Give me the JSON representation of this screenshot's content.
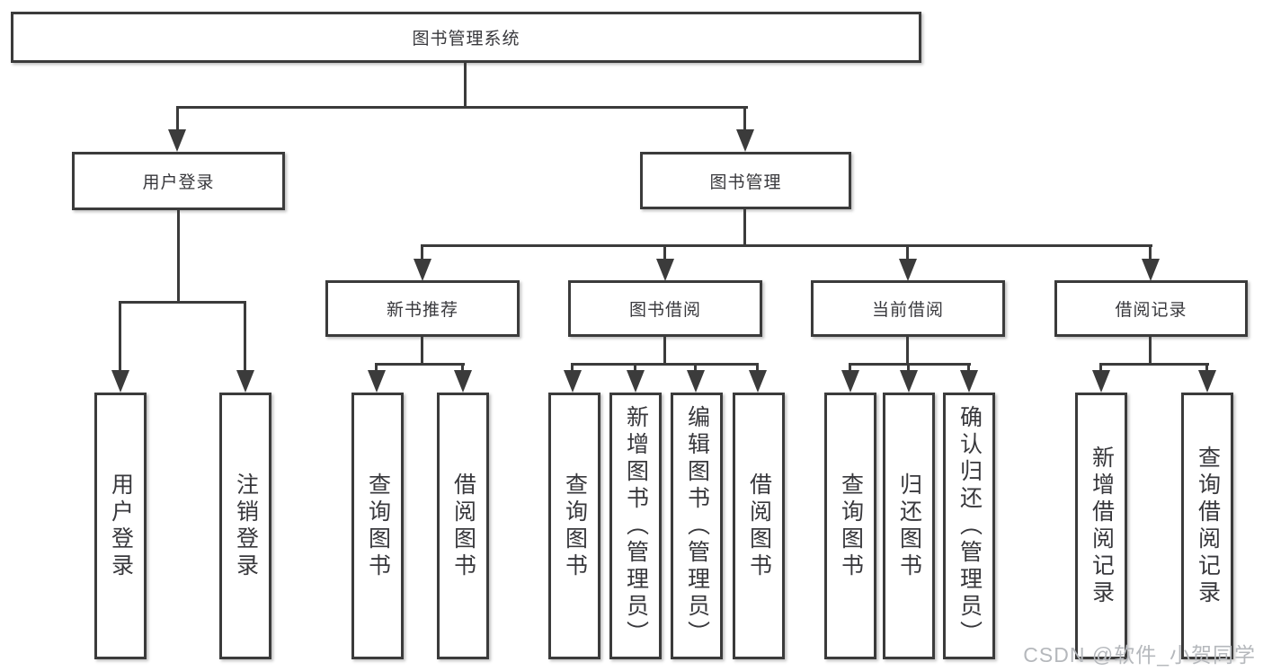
{
  "title": "图书管理系统",
  "colors": {
    "background": "#ffffff",
    "line": "#3b3b3b",
    "node_border": "#3b3b3b",
    "node_fill": "#ffffff",
    "text": "#38383c",
    "watermark": "#b5b8bc"
  },
  "watermark": {
    "text": "CSDN @软件_小贺同学"
  },
  "nodes": {
    "root": {
      "label": "图书管理系统"
    },
    "user_login": {
      "label": "用户登录"
    },
    "book_mgmt": {
      "label": "图书管理"
    },
    "new_book_rec": {
      "label": "新书推荐"
    },
    "book_borrow": {
      "label": "图书借阅"
    },
    "current_borrow": {
      "label": "当前借阅"
    },
    "borrow_records": {
      "label": "借阅记录"
    },
    "leaf_user_login": {
      "label": "用户登录"
    },
    "leaf_logout": {
      "label": "注销登录"
    },
    "leaf_query_book_a": {
      "label": "查询图书"
    },
    "leaf_borrow_book_a": {
      "label": "借阅图书"
    },
    "leaf_query_book_b": {
      "label": "查询图书"
    },
    "leaf_add_book": {
      "label": "新增图书（管理员）"
    },
    "leaf_edit_book": {
      "label": "编辑图书（管理员）"
    },
    "leaf_borrow_book_b": {
      "label": "借阅图书"
    },
    "leaf_query_book_c": {
      "label": "查询图书"
    },
    "leaf_return_book": {
      "label": "归还图书"
    },
    "leaf_confirm_return": {
      "label": "确认归还（管理员）"
    },
    "leaf_add_record": {
      "label": "新增借阅记录"
    },
    "leaf_query_record": {
      "label": "查询借阅记录"
    }
  }
}
